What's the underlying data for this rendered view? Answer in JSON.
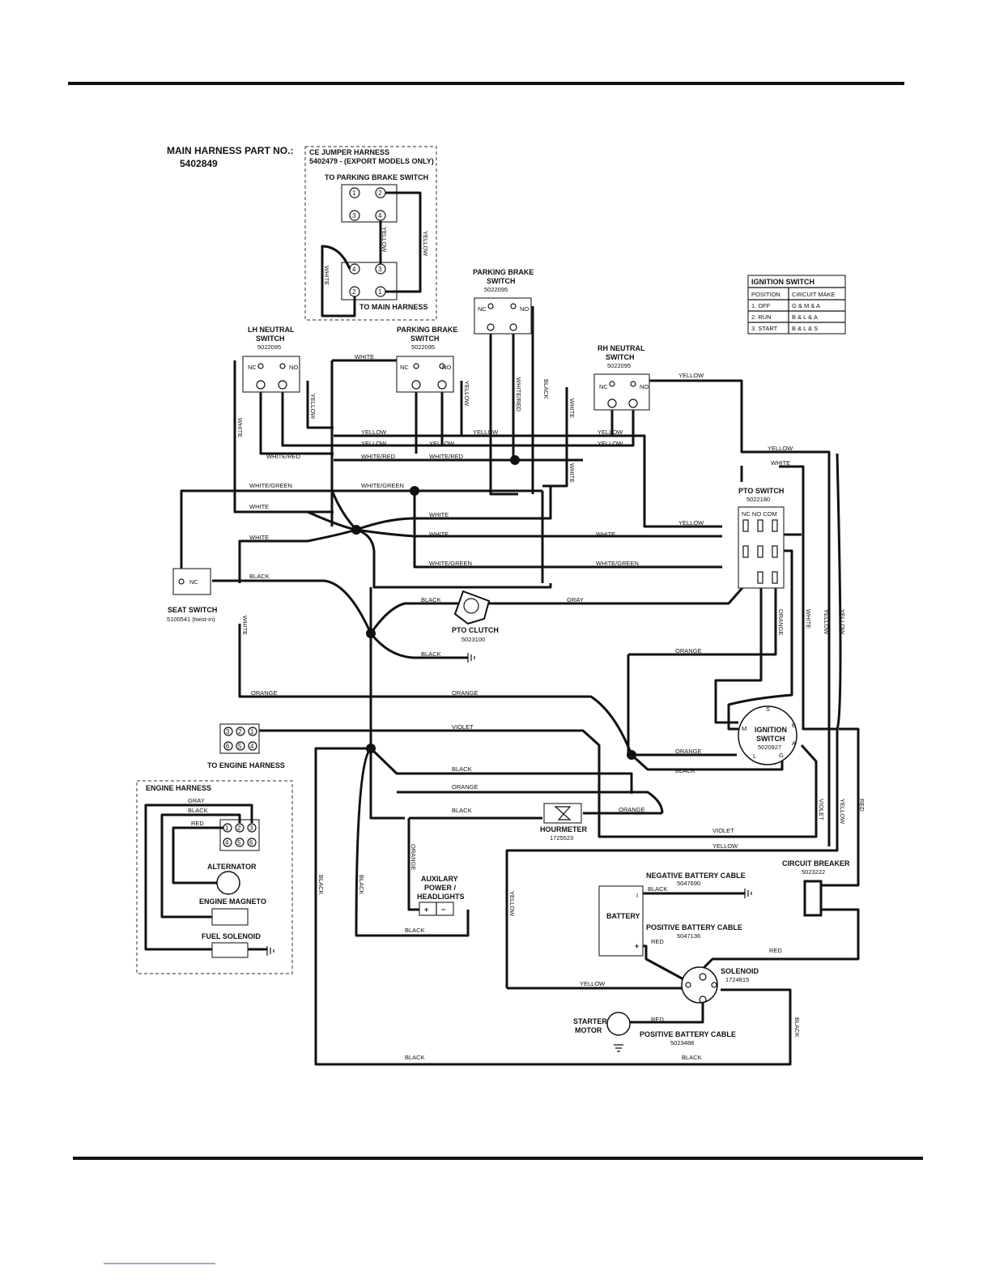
{
  "header": {
    "main_harness_label": "MAIN HARNESS PART NO.:",
    "main_harness_no": "5402849"
  },
  "ce_jumper": {
    "title": "CE JUMPER HARNESS",
    "part": "5402479 - (EXPORT MODELS ONLY)",
    "to_parking": "TO PARKING BRAKE SWITCH",
    "to_main": "TO MAIN HARNESS",
    "pins_top": [
      "1",
      "2",
      "3",
      "4"
    ],
    "pins_bottom": [
      "4",
      "3",
      "2",
      "1"
    ]
  },
  "components": {
    "parking_brake_top": {
      "name": "PARKING BRAKE",
      "name2": "SWITCH",
      "part": "5022095"
    },
    "lh_neutral": {
      "name": "LH NEUTRAL",
      "name2": "SWITCH",
      "part": "5022095"
    },
    "parking_brake": {
      "name": "PARKING BRAKE",
      "name2": "SWITCH",
      "part": "5022095"
    },
    "rh_neutral": {
      "name": "RH NEUTRAL",
      "name2": "SWITCH",
      "part": "5022095"
    },
    "pto_switch": {
      "name": "PTO SWITCH",
      "part": "5022180",
      "terminals": "NC NO COM"
    },
    "seat_switch": {
      "name": "SEAT SWITCH",
      "part": "5100541 (twist-in)"
    },
    "pto_clutch": {
      "name": "PTO CLUTCH",
      "part": "5023100"
    },
    "engine_connector": {
      "name": "TO ENGINE HARNESS",
      "pins": [
        "3",
        "2",
        "1",
        "6",
        "5",
        "4"
      ]
    },
    "ignition_switch": {
      "name": "IGNITION",
      "name2": "SWITCH",
      "part": "5020927"
    },
    "hourmeter": {
      "name": "HOURMETER",
      "part": "1725523"
    },
    "auxiliary": {
      "name": "AUXILARY",
      "name2": "POWER /",
      "name3": "HEADLIGHTS"
    },
    "battery": {
      "name": "BATTERY"
    },
    "negative_cable": {
      "name": "NEGATIVE BATTERY CABLE",
      "part": "5047690"
    },
    "positive_cable": {
      "name": "POSITIVE BATTERY CABLE",
      "part": "5047136"
    },
    "circuit_breaker": {
      "name": "CIRCUIT BREAKER",
      "part": "5023222"
    },
    "solenoid": {
      "name": "SOLENOID",
      "part": "1724815"
    },
    "starter_motor": {
      "name": "STARTER",
      "name2": "MOTOR"
    },
    "positive_cable_2": {
      "name": "POSITIVE BATTERY CABLE",
      "part": "5023488"
    }
  },
  "terminals": {
    "nc": "NC",
    "no": "NO",
    "plus": "+",
    "minus": "−",
    "i": "I",
    "ign_s": "S",
    "ign_b": "B",
    "ign_m": "M",
    "ign_a": "A",
    "ign_l": "L",
    "ign_g": "G"
  },
  "ignition_table": {
    "title": "IGNITION SWITCH",
    "header": [
      "POSITION",
      "CIRCUIT MAKE"
    ],
    "rows": [
      [
        "1. OFF",
        "G & M & A"
      ],
      [
        "2. RUN",
        "B & L & A"
      ],
      [
        "3. START",
        "B & L & S"
      ]
    ]
  },
  "engine_harness": {
    "title": "ENGINE HARNESS",
    "pins": [
      "1",
      "2",
      "3",
      "4",
      "5",
      "6"
    ],
    "alternator": "ALTERNATOR",
    "magneto": "ENGINE MAGNETO",
    "fuel": "FUEL SOLENOID",
    "w_gray": "GRAY",
    "w_black": "BLACK",
    "w_red": "RED"
  },
  "wires": {
    "yellow": "YELLOW",
    "white": "WHITE",
    "black": "BLACK",
    "white_red": "WHITE/RED",
    "white_green": "WHITE/GREEN",
    "gray": "GRAY",
    "orange": "ORANGE",
    "violet": "VIOLET",
    "red": "RED"
  }
}
